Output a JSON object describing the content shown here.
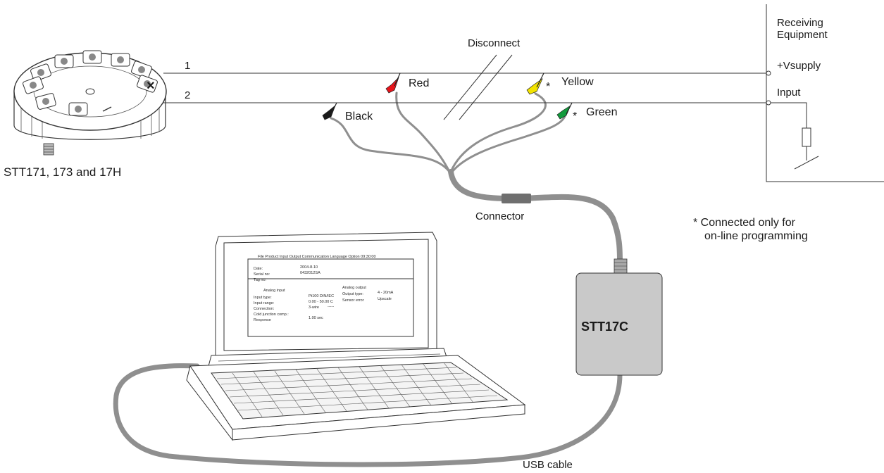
{
  "transmitter": {
    "model_label": "STT171, 173 and 17H",
    "terminal_1": "1",
    "terminal_2": "2"
  },
  "wiring": {
    "disconnect_label": "Disconnect",
    "connector_label": "Connector",
    "usb_cable_label": "USB cable"
  },
  "clips": {
    "red": {
      "label": "Red",
      "color": "#e8141b"
    },
    "yellow": {
      "label": "Yellow",
      "color": "#f2e300"
    },
    "black": {
      "label": "Black",
      "color": "#1a1a1a"
    },
    "green": {
      "label": "Green",
      "color": "#129a3c"
    },
    "asterisk": "*"
  },
  "receiving_equipment": {
    "title_line1": "Receiving",
    "title_line2": "Equipment",
    "vsupply": "+Vsupply",
    "input": "Input"
  },
  "note": {
    "line1": "* Connected only for",
    "line2": "on-line programming"
  },
  "interface": {
    "label": "STT17C"
  },
  "screen": {
    "menu": "File  Product  Input  Output  Communication  Language  Option  09:30:00",
    "date_label": "Date:",
    "date_value": "2004-8-10",
    "serial_label": "Serial no:",
    "serial_value": "0432012SA",
    "tag_label": "Tag no:",
    "analog_input_title": "Analog input",
    "input_type_label": "Input type:",
    "input_type_value": "Pt100 DIN/IEC",
    "input_range_label": "Input range:",
    "input_range_value": "0.00 - 50.00 C",
    "connection_label": "Connection:",
    "connection_value": "3-wire",
    "cold_junction_label": "Cold junction comp.:",
    "cold_junction_value": "-----",
    "response_label": "Response",
    "response_value": "1.00 sec",
    "analog_output_title": "Analog output",
    "output_type_label": "Output type:",
    "output_type_value": "4 - 20mA",
    "sensor_error_label": "Sensor error",
    "sensor_error_value": "Upscale"
  }
}
